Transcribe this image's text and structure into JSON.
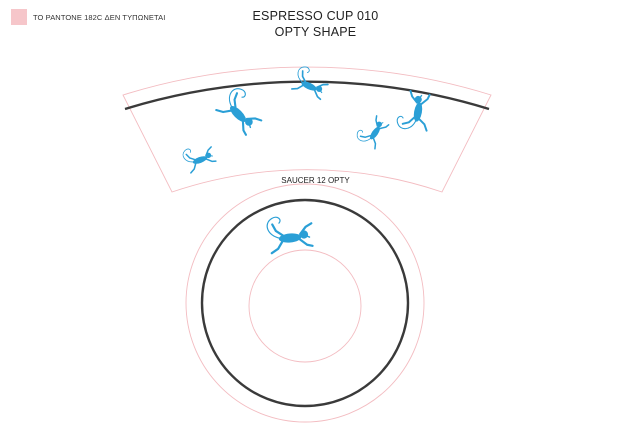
{
  "legend": {
    "swatch_color": "#f6c6ca",
    "label": "ΤΟ PANTONE 182C ΔΕΝ ΤΥΠΩΝΕΤΑΙ"
  },
  "title": {
    "line1": "ESPRESSO CUP 010",
    "line2": "OPTY SHAPE"
  },
  "saucer": {
    "label": "SAUCER 12 OPTY"
  },
  "colors": {
    "print_line": "#3a3a3a",
    "pantone_outline": "#f3bcc1",
    "monkey_blue": "#2a9fd6"
  },
  "decoration": {
    "motif_icon": "monkey-icon",
    "cup_motif_count": 5,
    "saucer_motif_count": 1
  }
}
